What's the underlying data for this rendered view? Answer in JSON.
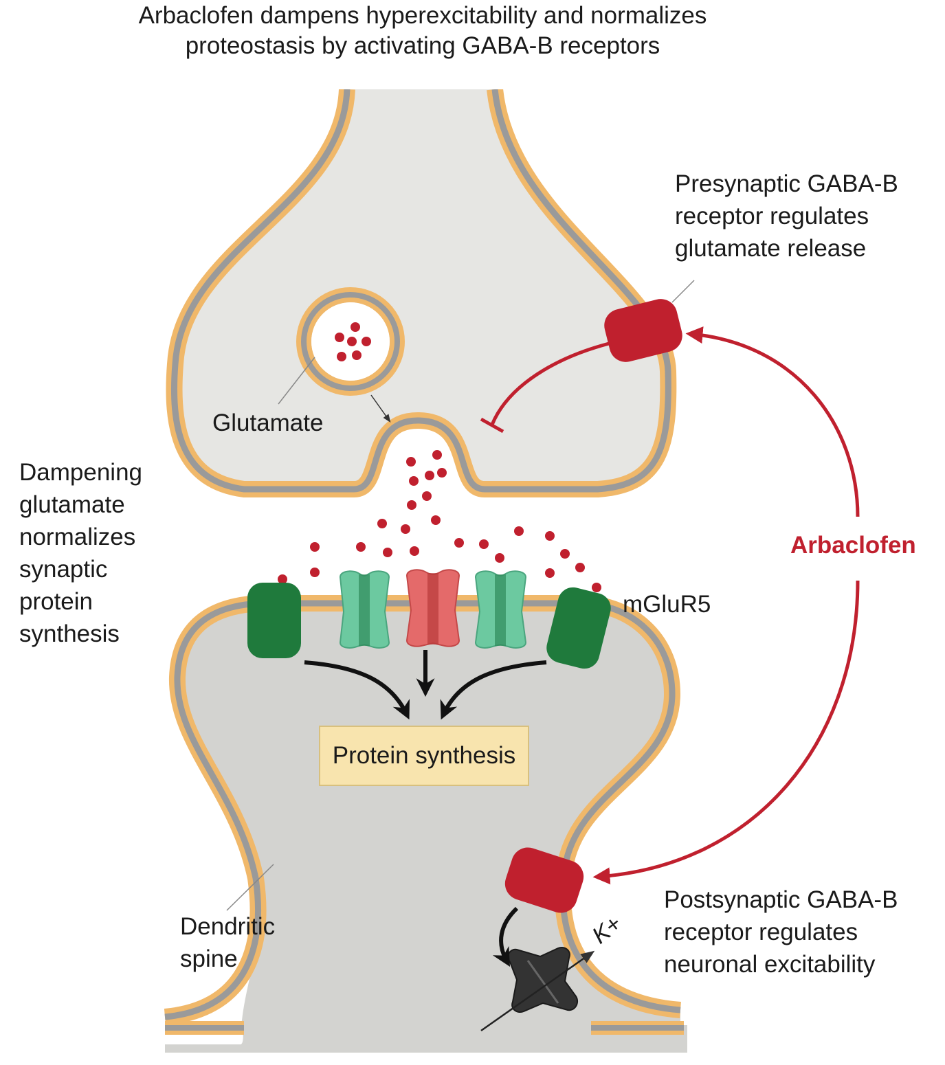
{
  "title": {
    "line1": "Arbaclofen dampens hyperexcitability and normalizes",
    "line2": "proteostasis by activating GABA-B receptors"
  },
  "labels": {
    "presynaptic": [
      "Presynaptic GABA-B",
      "receptor regulates",
      "glutamate release"
    ],
    "glutamate": "Glutamate",
    "dampening": [
      "Dampening",
      "glutamate",
      "normalizes",
      "synaptic",
      "protein",
      "synthesis"
    ],
    "arbaclofen": "Arbaclofen",
    "mglur5": "mGluR5",
    "protein_synthesis": "Protein synthesis",
    "postsynaptic": [
      "Postsynaptic GABA-B",
      "receptor regulates",
      "neuronal excitability"
    ],
    "dendritic_spine": [
      "Dendritic",
      "spine"
    ],
    "k_plus": "K+"
  },
  "colors": {
    "membrane_outer": "#f0b86a",
    "membrane_inner": "#9a9a9a",
    "presynaptic_fill": "#e6e6e3",
    "postsynaptic_fill": "#d3d3d0",
    "gaba_b_receptor": "#c0202e",
    "mglur5_receptor": "#1f7a3c",
    "ion_channel_green": "#6cc9a0",
    "ion_channel_red": "#e46a6a",
    "k_channel": "#333333",
    "glutamate_dot": "#c0202e",
    "protein_box": "#f8e4ae"
  }
}
